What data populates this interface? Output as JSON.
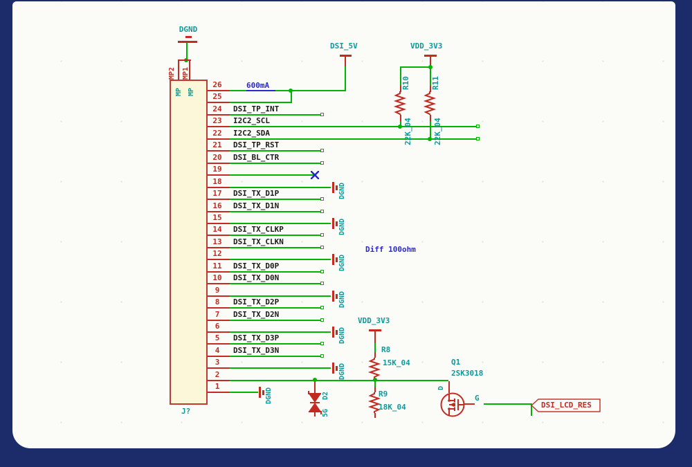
{
  "colors": {
    "frame": "#1c2c6b",
    "sheet": "#fbfbf8",
    "wire_green": "#00b300",
    "symbol_red": "#c22a22",
    "teal": "#0e9a9a",
    "annotation_blue": "#2929cc",
    "label_black": "#1a1a1a",
    "symbol_fill": "#fcf7d8"
  },
  "connector": {
    "ref": "J?",
    "mp_pin_top_left": "MP2",
    "mp_pin_top_right": "MP1",
    "mp_name_left": "MP",
    "mp_name_right": "MP"
  },
  "power": {
    "dgnd_top": "DGND",
    "dsi_5v": "DSI_5V",
    "vdd_3v3_top": "VDD_3V3",
    "vdd_3v3_mid": "VDD_3V3"
  },
  "gnd_label": "DGND",
  "annotations": {
    "current": "600mA",
    "diff": "Diff 100ohm"
  },
  "resistors": {
    "r10": {
      "ref": "R10",
      "value": "22K_04"
    },
    "r11": {
      "ref": "R11",
      "value": "22K_04"
    },
    "r8": {
      "ref": "R8",
      "value": "15K_04"
    },
    "r9": {
      "ref": "R9",
      "value": "18K_04"
    }
  },
  "diode": {
    "ref": "D2",
    "value": "5G"
  },
  "transistor": {
    "ref": "Q1",
    "value": "2SK3018",
    "pin_d": "D",
    "pin_g": "G"
  },
  "hier_label": {
    "text": "DSI_LCD_RES"
  },
  "pins": [
    {
      "num": "26",
      "label": "",
      "type": "pwr"
    },
    {
      "num": "25",
      "label": "",
      "type": "pwr"
    },
    {
      "num": "24",
      "label": "DSI_TP_INT",
      "type": "label"
    },
    {
      "num": "23",
      "label": "I2C2_SCL",
      "type": "i2c"
    },
    {
      "num": "22",
      "label": "I2C2_SDA",
      "type": "i2c"
    },
    {
      "num": "21",
      "label": "DSI_TP_RST",
      "type": "label"
    },
    {
      "num": "20",
      "label": "DSI_BL_CTR",
      "type": "label"
    },
    {
      "num": "19",
      "label": "",
      "type": "nc"
    },
    {
      "num": "18",
      "label": "",
      "type": "gnd"
    },
    {
      "num": "17",
      "label": "DSI_TX_D1P",
      "type": "label"
    },
    {
      "num": "16",
      "label": "DSI_TX_D1N",
      "type": "label"
    },
    {
      "num": "15",
      "label": "",
      "type": "gnd"
    },
    {
      "num": "14",
      "label": "DSI_TX_CLKP",
      "type": "label"
    },
    {
      "num": "13",
      "label": "DSI_TX_CLKN",
      "type": "label"
    },
    {
      "num": "12",
      "label": "",
      "type": "gnd"
    },
    {
      "num": "11",
      "label": "DSI_TX_D0P",
      "type": "label"
    },
    {
      "num": "10",
      "label": "DSI_TX_D0N",
      "type": "label"
    },
    {
      "num": "9",
      "label": "",
      "type": "gnd"
    },
    {
      "num": "8",
      "label": "DSI_TX_D2P",
      "type": "label"
    },
    {
      "num": "7",
      "label": "DSI_TX_D2N",
      "type": "label"
    },
    {
      "num": "6",
      "label": "",
      "type": "gnd"
    },
    {
      "num": "5",
      "label": "DSI_TX_D3P",
      "type": "label"
    },
    {
      "num": "4",
      "label": "DSI_TX_D3N",
      "type": "label"
    },
    {
      "num": "3",
      "label": "",
      "type": "gnd"
    },
    {
      "num": "2",
      "label": "",
      "type": "drain"
    },
    {
      "num": "1",
      "label": "",
      "type": "gnd_near"
    }
  ]
}
